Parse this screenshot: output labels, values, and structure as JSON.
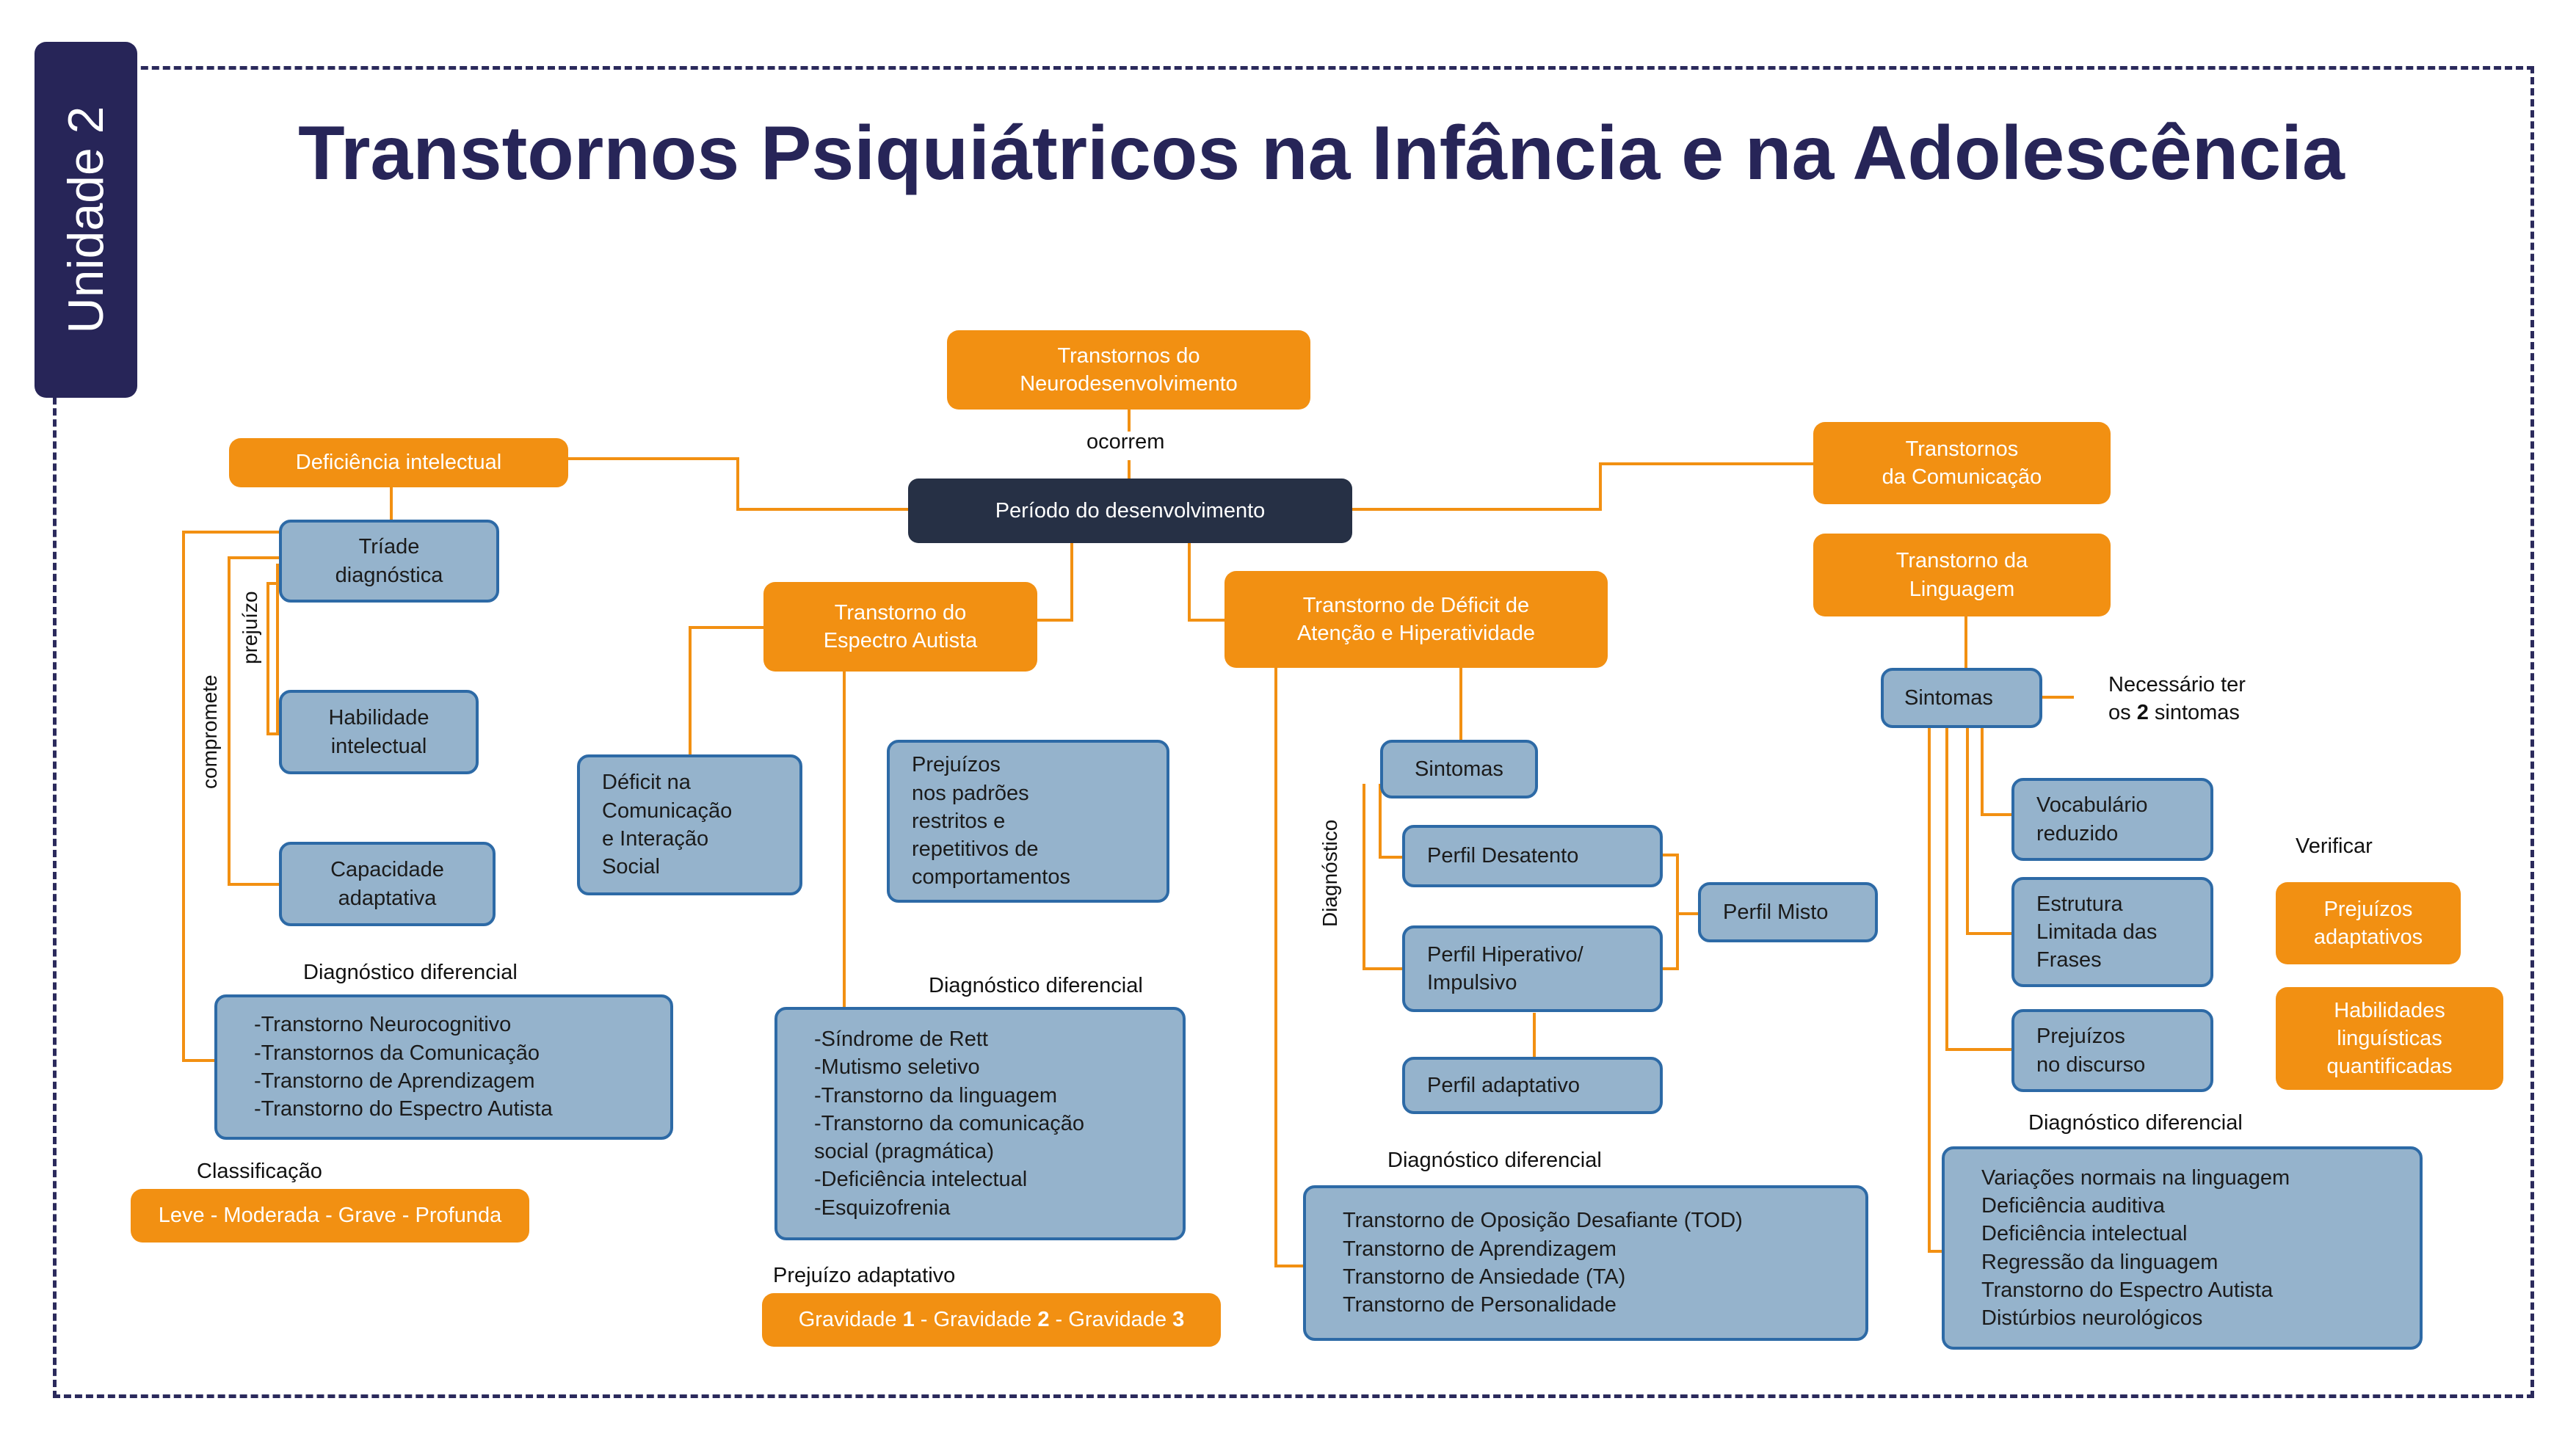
{
  "unit_tab": "Unidade 2",
  "title": "Transtornos Psiquiátricos na Infância e na Adolescência",
  "center": {
    "top": "Transtornos do\nNeurodesenvolvimento",
    "link": "ocorrem",
    "main": "Período do desenvolvimento"
  },
  "di": {
    "title": "Deficiência intelectual",
    "triade": "Tríade\ndiagnóstica",
    "habilidade": "Habilidade\nintelectual",
    "capacidade": "Capacidade\nadaptativa",
    "lbl_prejuizo": "prejuízo",
    "lbl_compromete": "compromete",
    "dd_label": "Diagnóstico diferencial",
    "dd": "-Transtorno Neurocognitivo\n-Transtornos da Comunicação\n-Transtorno de Aprendizagem\n-Transtorno do Espectro Autista",
    "class_label": "Classificação",
    "class": "Leve - Moderada - Grave - Profunda"
  },
  "tea": {
    "title": "Transtorno do\nEspectro Autista",
    "deficit": "Déficit na\nComunicação\ne Interação\nSocial",
    "prejuizos": "Prejuízos\nnos padrões\nrestritos e\nrepetitivos de\ncomportamentos",
    "dd_label": "Diagnóstico diferencial",
    "dd": "-Síndrome de Rett\n-Mutismo seletivo\n-Transtorno da linguagem\n-Transtorno da comunicação\n  social (pragmática)\n-Deficiência intelectual\n-Esquizofrenia",
    "prej_label": "Prejuízo adaptativo",
    "gravidade": [
      "Gravidade ",
      "1",
      " - Gravidade ",
      "2",
      " - Gravidade ",
      "3"
    ]
  },
  "tdah": {
    "title": "Transtorno de Déficit de\nAtenção e Hiperatividade",
    "sintomas": "Sintomas",
    "lbl_diag": "Diagnóstico",
    "desatento": "Perfil Desatento",
    "hiper": "Perfil Hiperativo/\n Impulsivo",
    "misto": "Perfil Misto",
    "adaptativo": "Perfil adaptativo",
    "dd_label": "Diagnóstico diferencial",
    "dd": "Transtorno de Oposição Desafiante (TOD)\nTranstorno de Aprendizagem\nTranstorno de Ansiedade (TA)\nTranstorno de Personalidade"
  },
  "com": {
    "title": "Transtornos\nda Comunicação",
    "ling": "Transtorno da\nLinguagem",
    "sintomas": "Sintomas",
    "necessario": [
      "Necessário ter\nos ",
      "2",
      " sintomas"
    ],
    "vocab": "Vocabulário\nreduzido",
    "estrutura": "Estrutura\nLimitada das\nFrases",
    "prej": "Prejuízos\nno discurso",
    "verificar": "Verificar",
    "prej_adapt": "Prejuízos\nadaptativos",
    "habil": "Habilidades\nlinguísticas\nquantificadas",
    "dd_label": "Diagnóstico diferencial",
    "dd": "Variações normais na linguagem\nDeficiência auditiva\nDeficiência intelectual\nRegressão da linguagem\nTranstorno do Espectro Autista\nDistúrbios neurológicos"
  },
  "colors": {
    "orange": "#f29012",
    "blue_fill": "#95b3cc",
    "blue_border": "#2d6aa6",
    "navy": "#272558",
    "dark": "#263045"
  }
}
